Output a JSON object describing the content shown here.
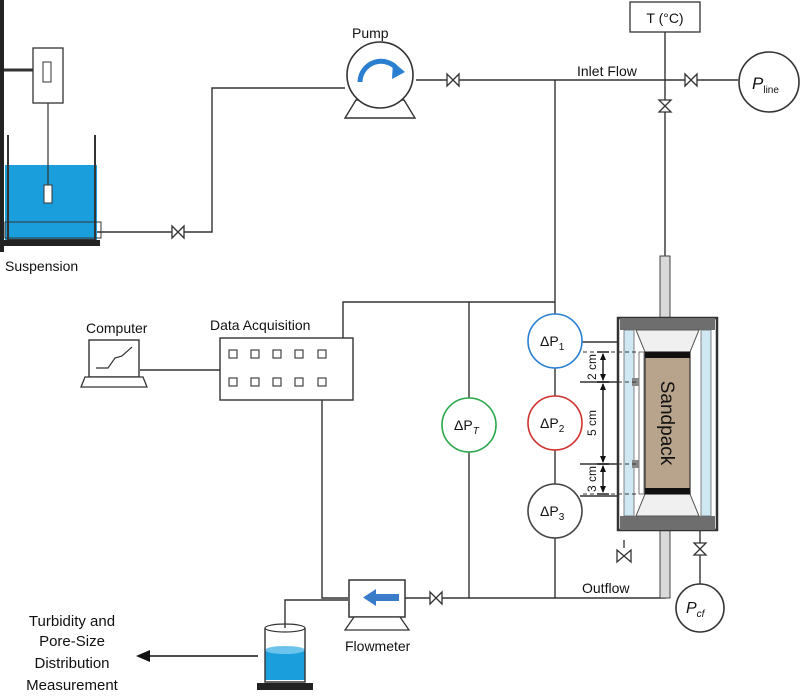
{
  "labels": {
    "suspension": "Suspension",
    "pump": "Pump",
    "inlet_flow": "Inlet Flow",
    "temperature": "T (°C)",
    "p_line_main": "P",
    "p_line_sub": "line",
    "computer": "Computer",
    "data_acquisition": "Data Acquisition",
    "dp_prefix": "ΔP",
    "dp_t_sub": "T",
    "dp1_sub": "1",
    "dp2_sub": "2",
    "dp3_sub": "3",
    "sandpack": "Sandpack",
    "dist_2cm": "2 cm",
    "dist_5cm": "5 cm",
    "dist_3cm": "3 cm",
    "outflow": "Outflow",
    "p_cf_main": "P",
    "p_cf_sub": "cf",
    "flowmeter": "Flowmeter",
    "measurement_line1": "Turbidity and",
    "measurement_line2": "Pore-Size",
    "measurement_line3": "Distribution",
    "measurement_line4": "Measurement"
  },
  "colors": {
    "line": "#333333",
    "liquid": "#1a9fdc",
    "dp1": "#2a7fd0",
    "dp2": "#d0312d",
    "dp_t": "#2aa84a",
    "dp3": "#444444",
    "sand": "#b8a48c",
    "flow_arrow": "#3a7cc8",
    "cell_wall": "#cfe8f3"
  }
}
